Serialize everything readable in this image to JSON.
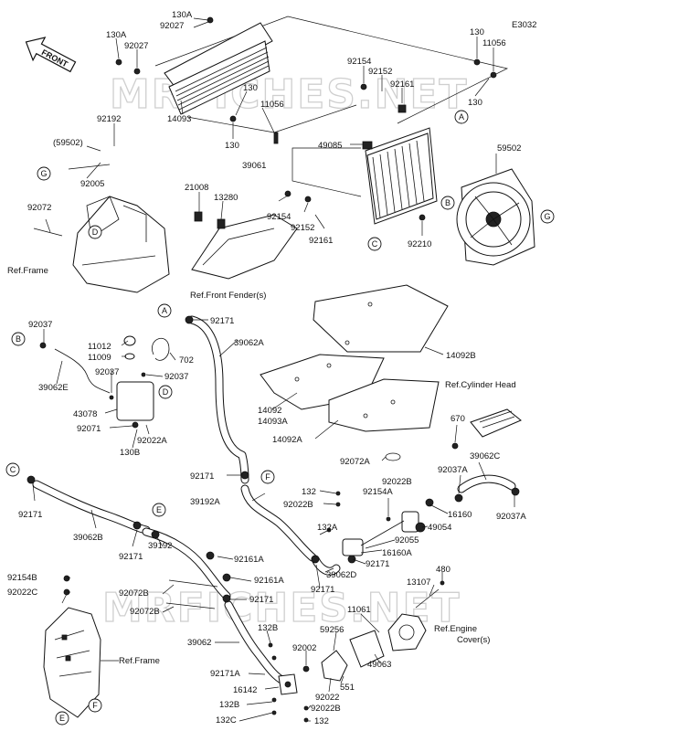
{
  "diagram_code": "E3032",
  "watermark": "MRFICHES.NET",
  "front_label": "FRONT",
  "ref_labels": {
    "frame_top": "Ref.Frame",
    "front_fenders": "Ref.Front Fender(s)",
    "cylinder_head": "Ref.Cylinder Head",
    "engine_cover_1": "Ref.Engine",
    "engine_cover_2": "Cover(s)",
    "frame_bottom": "Ref.Frame"
  },
  "callouts": [
    "A",
    "B",
    "C",
    "D",
    "E",
    "F",
    "G"
  ],
  "part_numbers": {
    "p130A_top": "130A",
    "p92027_top": "92027",
    "p130A_left": "130A",
    "p92027_left": "92027",
    "p130_right": "130",
    "p11056_right": "11056",
    "p130_right2": "130",
    "p92154_top": "92154",
    "p92152_top": "92152",
    "p92161_top": "92161",
    "p130_mid": "130",
    "p11056_mid": "11056",
    "p14093": "14093",
    "p130_low": "130",
    "p92192": "92192",
    "p59502_paren": "(59502)",
    "p92005": "92005",
    "p49085": "49085",
    "p39061": "39061",
    "p59502": "59502",
    "p21008": "21008",
    "p13280": "13280",
    "p92154_mid": "92154",
    "p92152_mid": "92152",
    "p92161_mid": "92161",
    "p92210": "92210",
    "p92072": "92072",
    "p92171_a": "92171",
    "p39062A": "39062A",
    "p92037_a": "92037",
    "p11012": "11012",
    "p11009": "11009",
    "p702": "702",
    "p92037_b": "92037",
    "p92037_c": "92037",
    "p39062E": "39062E",
    "p43078": "43078",
    "p92071": "92071",
    "p92022A": "92022A",
    "p130B": "130B",
    "p14092B": "14092B",
    "p14092": "14092",
    "p14093A": "14093A",
    "p14092A": "14092A",
    "p92072A": "92072A",
    "p670": "670",
    "p39062C": "39062C",
    "p92037A_a": "92037A",
    "p92037A_b": "92037A",
    "p16160": "16160",
    "p92171_c": "92171",
    "p39192A": "39192A",
    "p132_a": "132",
    "p92022B_a": "92022B",
    "p92022B_b": "92022B",
    "p92154A": "92154A",
    "p49054": "49054",
    "p132A": "132A",
    "p92055": "92055",
    "p16160A": "16160A",
    "p92171_d": "92171",
    "p39062D": "39062D",
    "p92171_e": "92171",
    "p92171_left": "92171",
    "p39062B": "39062B",
    "p92171_f": "92171",
    "p39192": "39192",
    "p92161A_a": "92161A",
    "p92161A_b": "92161A",
    "p92072B_a": "92072B",
    "p92072B_b": "92072B",
    "p92171_g": "92171",
    "p92154B": "92154B",
    "p92022C": "92022C",
    "p13107": "13107",
    "p480": "480",
    "p11061": "11061",
    "p59256": "59256",
    "p132B_a": "132B",
    "p39062": "39062",
    "p92002": "92002",
    "p49063": "49063",
    "p92171A": "92171A",
    "p16142": "16142",
    "p92022": "92022",
    "p551": "551",
    "p132B_b": "132B",
    "p92022B_c": "92022B",
    "p132C": "132C",
    "p132_b": "132"
  }
}
